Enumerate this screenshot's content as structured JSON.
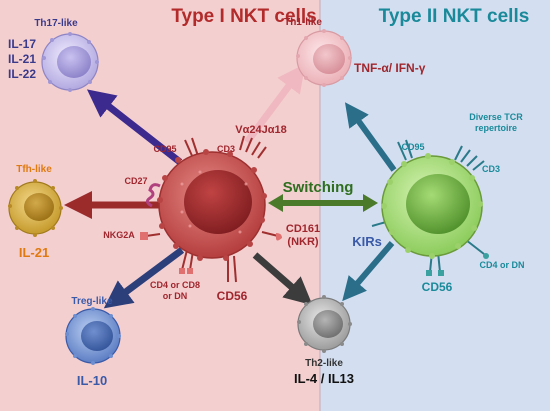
{
  "panels": {
    "type1": {
      "title": "Type I NKT cells",
      "bg": "#f4cfd0",
      "title_color": "#b22a2a"
    },
    "type2": {
      "title": "Type II NKT cells",
      "bg": "#d3dff0",
      "title_color": "#1a8a9a"
    }
  },
  "center": {
    "switch_label": "Switching",
    "switch_color": "#2f6e1f"
  },
  "type1_cell": {
    "receptors": {
      "cd95": "CD95",
      "cd3": "CD3",
      "tcr": "Vα24Jα18",
      "cd27": "CD27",
      "nkg2a": "NKG2A",
      "cd4cd8_l1": "CD4 or CD8",
      "cd4cd8_l2": "or DN",
      "cd56": "CD56",
      "cd161_l1": "CD161",
      "cd161_l2": "(NKR)"
    }
  },
  "type2_cell": {
    "receptors": {
      "cd95": "CD95",
      "diverse_l1": "Diverse TCR",
      "diverse_l2": "repertoire",
      "cd3": "CD3",
      "kirs": "KIRs",
      "cd56": "CD56",
      "cd4dn": "CD4 or DN"
    }
  },
  "subsets": {
    "th17": {
      "name": "Th17-like",
      "cytokines": [
        "IL-17",
        "IL-21",
        "IL-22"
      ],
      "color": "#3a3a8a"
    },
    "th1": {
      "name": "Th1-like",
      "cytokines": "TNF-α/ IFN-γ",
      "color": "#a0262d"
    },
    "tfh": {
      "name": "Tfh-like",
      "cytokines": "IL-21",
      "color": "#e07a10"
    },
    "treg": {
      "name": "Treg-like",
      "cytokines": "IL-10",
      "color": "#3a5aa8"
    },
    "th2": {
      "name": "Th2-like",
      "cytokines": "IL-4 / IL13",
      "color": "#222222"
    }
  },
  "arrow_colors": {
    "th17": "#3d2a8e",
    "th1": "#f0b8c0",
    "th1_from_type2": "#2a6e8a",
    "tfh": "#9b2a2a",
    "treg": "#2d3f7a",
    "th2_from_type1": "#3c3c3c",
    "th2_from_type2": "#2a6e8a",
    "switch": "#4a7a2a"
  }
}
